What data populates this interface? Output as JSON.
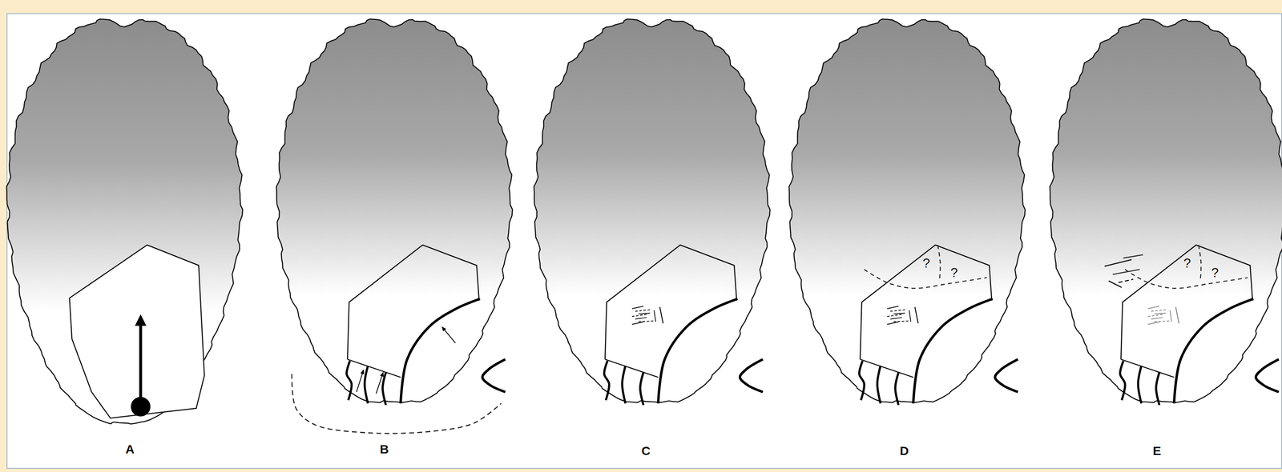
{
  "diagram": {
    "labels": [
      "A",
      "B",
      "C",
      "D",
      "E",
      "?",
      "?",
      "?",
      "?"
    ]
  }
}
